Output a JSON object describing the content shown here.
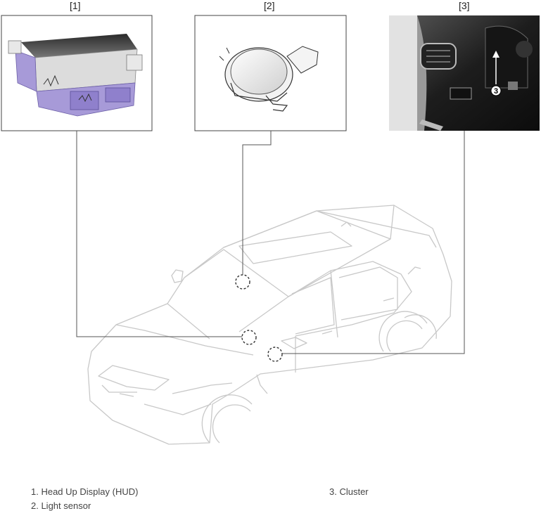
{
  "callouts": [
    {
      "label": "[1]"
    },
    {
      "label": "[2]"
    },
    {
      "label": "[3]"
    }
  ],
  "photo_marker": "3",
  "legend": [
    {
      "text": "1. Head Up Display (HUD)"
    },
    {
      "text": "2. Light sensor"
    },
    {
      "text": "3. Cluster"
    }
  ],
  "colors": {
    "frame": "#444444",
    "car_outline": "#c8c8c8",
    "hud_purple": "#a79ad8",
    "leader": "#555555"
  }
}
